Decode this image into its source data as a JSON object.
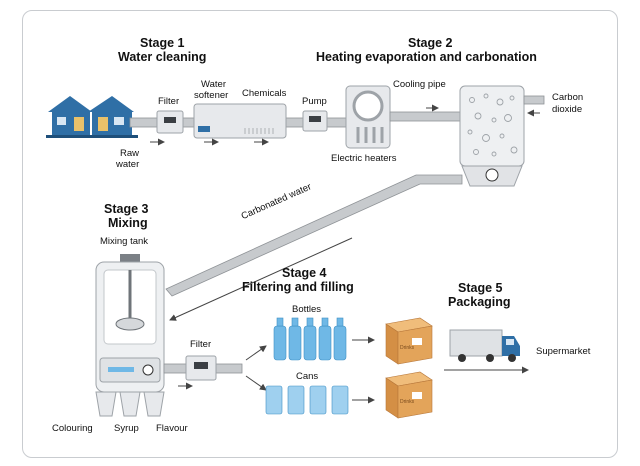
{
  "stages": [
    {
      "heading": "Stage 1",
      "title": "Water cleaning"
    },
    {
      "heading": "Stage 2",
      "title": "Heating evaporation and carbonation"
    },
    {
      "heading": "Stage 3",
      "title": "Mixing"
    },
    {
      "heading": "Stage 4",
      "title": "Filtering and filling"
    },
    {
      "heading": "Stage 5",
      "title": "Packaging"
    }
  ],
  "labels": {
    "raw_water_1": "Raw",
    "raw_water_2": "water",
    "filter_1": "Filter",
    "water_softener_1": "Water",
    "water_softener_2": "softener",
    "chemicals": "Chemicals",
    "pump": "Pump",
    "electric_heaters": "Electric heaters",
    "cooling_pipe": "Cooling pipe",
    "carbon_dioxide_1": "Carbon",
    "carbon_dioxide_2": "dioxide",
    "carbonated_water": "Carbonated water",
    "mixing_tank": "Mixing tank",
    "filter_2": "Filter",
    "bottles": "Bottles",
    "cans": "Cans",
    "supermarket": "Supermarket",
    "colouring": "Colouring",
    "syrup": "Syrup",
    "flavour": "Flavour",
    "box_label": "Drinks"
  },
  "colors": {
    "pipe": "#c7cacd",
    "pipe_edge": "#8e9296",
    "machine": "#e7e9ec",
    "machine_edge": "#9ea3a8",
    "building": "#2f6fa6",
    "water": "#6fb8e6",
    "box": "#e3a45a",
    "truck": "#2f6fa6"
  }
}
